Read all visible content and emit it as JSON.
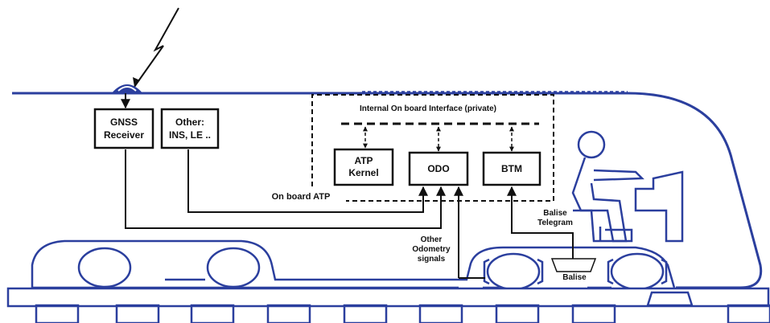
{
  "labels": {
    "gnss_line1": "GNSS",
    "gnss_line2": "Receiver",
    "other_line1": "Other:",
    "other_line2": "INS, LE ..",
    "interface": "Internal On board Interface (private)",
    "atp_line1": "ATP",
    "atp_line2": "Kernel",
    "odo": "ODO",
    "btm": "BTM",
    "onboard_atp": "On board ATP",
    "balise_telegram_line1": "Balise",
    "balise_telegram_line2": "Telegram",
    "other_odo_line1": "Other",
    "other_odo_line2": "Odometry",
    "other_odo_line3": "signals",
    "balise": "Balise"
  },
  "colors": {
    "train_outline": "#2b3f9e",
    "diagram_lines": "#111111"
  }
}
